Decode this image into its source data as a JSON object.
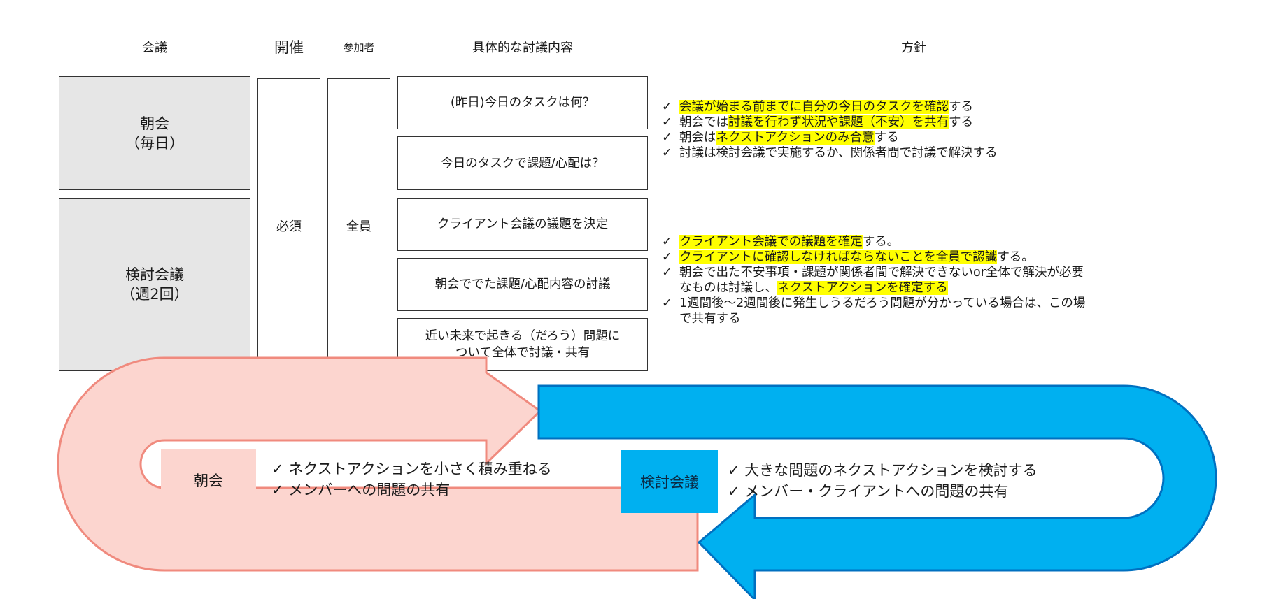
{
  "header": {
    "meeting": "会議",
    "frequency": "開催",
    "attendees": "参加者",
    "content": "具体的な討議内容",
    "policy": "方針"
  },
  "rows": [
    {
      "meeting": "朝会\n（毎日）",
      "items": [
        "(昨日)今日のタスクは何？",
        "今日のタスクで課題/心配は？"
      ]
    },
    {
      "meeting": "検討会議\n（週2回）",
      "items": [
        "クライアント会議の議題を決定",
        "朝会ででた課題/心配内容の討議",
        "近い未来で起きる（だろう）問題に\nついて全体で討議・共有"
      ]
    }
  ],
  "shared": {
    "frequency": "必須",
    "attendees": "全員"
  },
  "policies": {
    "check": "✓",
    "morning": [
      [
        {
          "t": "会議が始まる前までに自分の今日のタスクを確認",
          "hl": true
        },
        {
          "t": "する"
        }
      ],
      [
        {
          "t": "朝会では"
        },
        {
          "t": "討議を行わず状況や課題（不安）を共有",
          "hl": true
        },
        {
          "t": "する"
        }
      ],
      [
        {
          "t": "朝会は"
        },
        {
          "t": "ネクストアクションのみ合意",
          "hl": true
        },
        {
          "t": "する"
        }
      ],
      [
        {
          "t": "討議は検討会議で実施するか、関係者間で討議で解決する"
        }
      ]
    ],
    "review": [
      [
        {
          "t": "クライアント会議での議題を確定",
          "hl": true
        },
        {
          "t": "する。"
        }
      ],
      [
        {
          "t": "クライアントに確認しなければならないことを全員で認識",
          "hl": true
        },
        {
          "t": "する。"
        }
      ],
      [
        {
          "t": "朝会で出た不安事項・課題が関係者間で解決できないor全体で解決が必要"
        }
      ],
      [
        {
          "t": "なものは討議し、"
        },
        {
          "t": "ネクストアクションを確定する",
          "hl": true
        }
      ],
      [
        {
          "t": "1週間後～2週間後に発生しうるだろう問題が分かっている場合は、この場"
        }
      ],
      [
        {
          "t": "で共有する"
        }
      ]
    ]
  },
  "bottom": {
    "morning_label": "朝会",
    "morning_text": "✓ ネクストアクションを小さく積み重ねる\n✓ メンバーへの問題の共有",
    "review_label": "検討会議",
    "review_text": "✓ 大きな問題のネクストアクションを検討する\n✓ メンバー・クライアントへの問題の共有"
  },
  "colors": {
    "pink_fill": "#fcd5cf",
    "pink_stroke": "#f08a7e",
    "blue_fill": "#00b0f0",
    "blue_stroke": "#0070c0",
    "highlight": "#ffff00",
    "grey_cell": "#e6e6e6"
  }
}
